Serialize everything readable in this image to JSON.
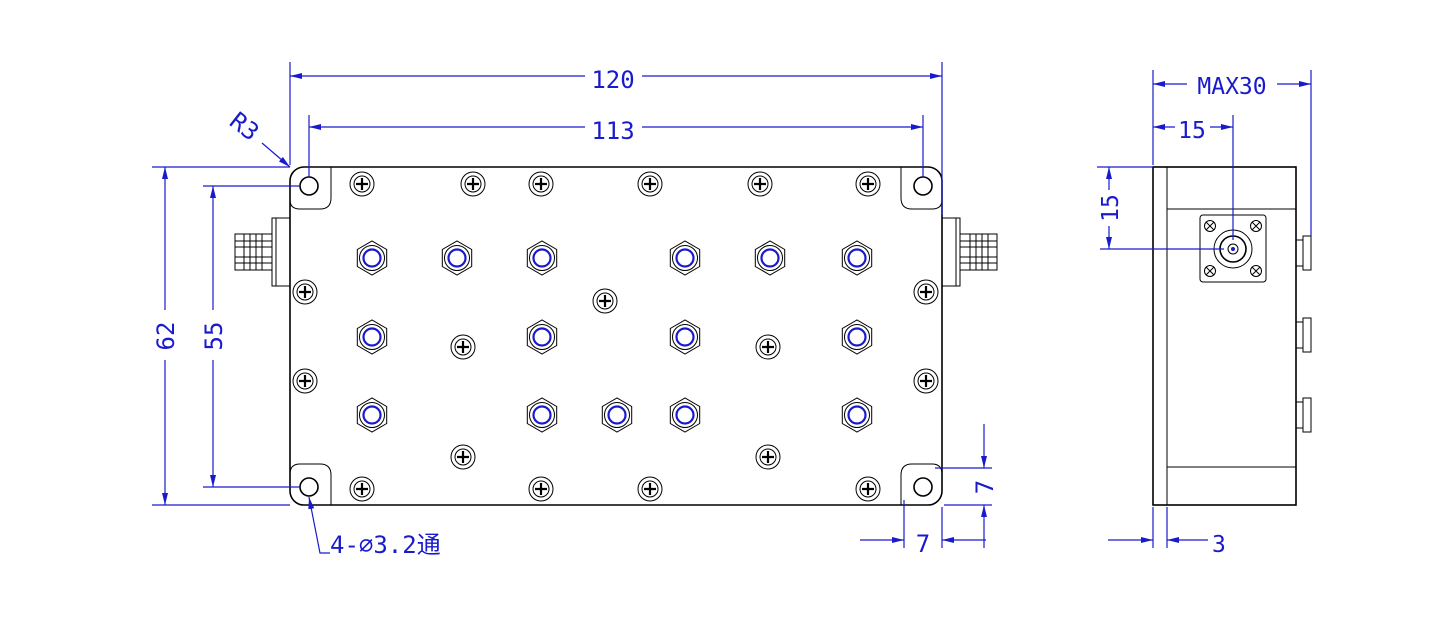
{
  "colors": {
    "dimension": "#1a1acd",
    "outline": "#000000",
    "background": "#ffffff"
  },
  "dimensions": {
    "width_overall": "120",
    "width_holes": "113",
    "corner_radius": "R3",
    "height_overall": "62",
    "height_holes": "55",
    "hole_note": "4-∅3.2通",
    "hole_offset_x": "7",
    "hole_offset_y": "7",
    "side_max_depth": "MAX30",
    "side_connector_x": "15",
    "side_connector_y": "15",
    "side_wall": "3"
  }
}
